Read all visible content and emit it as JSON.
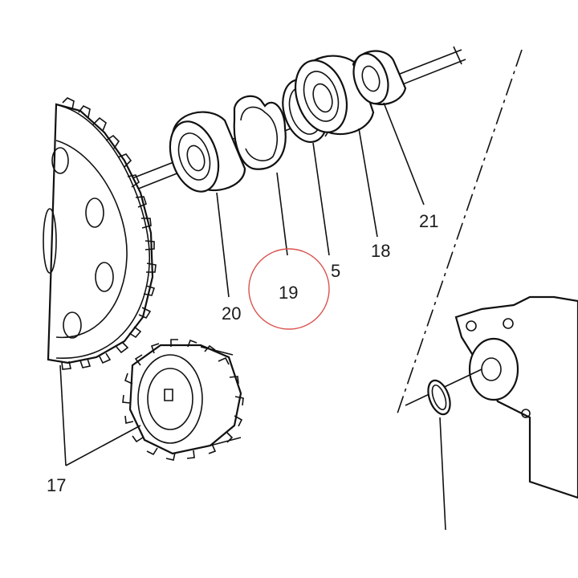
{
  "diagram": {
    "callouts": [
      {
        "id": "17",
        "label": "17"
      },
      {
        "id": "20",
        "label": "20"
      },
      {
        "id": "19",
        "label": "19"
      },
      {
        "id": "5",
        "label": "5"
      },
      {
        "id": "18",
        "label": "18"
      },
      {
        "id": "21",
        "label": "21"
      }
    ],
    "highlight": {
      "callout": "19",
      "color": "#d9534f"
    }
  }
}
